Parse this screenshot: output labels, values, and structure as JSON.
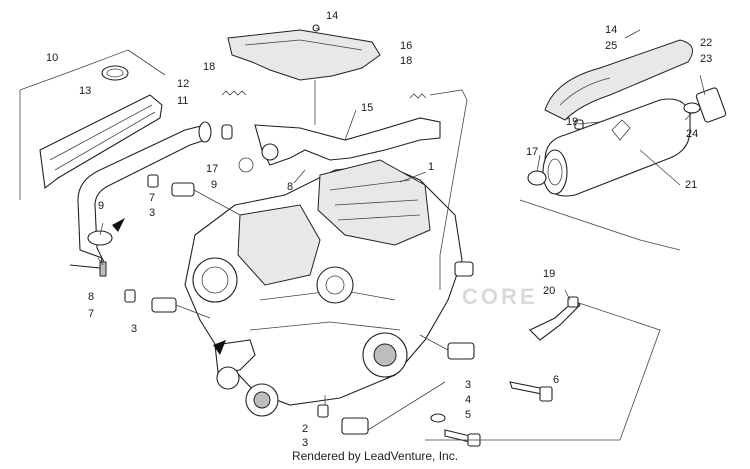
{
  "credit": "Rendered by LeadVenture, Inc.",
  "watermark": "CORE",
  "callouts": {
    "c1": "1",
    "c2": "2",
    "c3a": "3",
    "c3b": "3",
    "c3c": "3",
    "c3d": "3",
    "c4": "4",
    "c5": "5",
    "c6": "6",
    "c7a": "7",
    "c7b": "7",
    "c8a": "8",
    "c8b": "8",
    "c9a": "9",
    "c9b": "9",
    "c10": "10",
    "c11": "11",
    "c12": "12",
    "c13": "13",
    "c14a": "14",
    "c14b": "14",
    "c15": "15",
    "c16": "16",
    "c17a": "17",
    "c17b": "17",
    "c18a": "18",
    "c18b": "18",
    "c19a": "19",
    "c19b": "19",
    "c20": "20",
    "c21": "21",
    "c22": "22",
    "c23": "23",
    "c24": "24",
    "c25": "25"
  }
}
